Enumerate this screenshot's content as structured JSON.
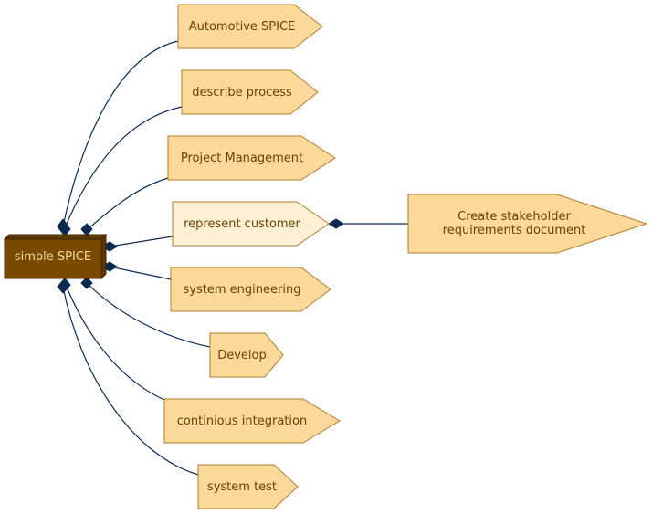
{
  "root": {
    "label": "simple SPICE"
  },
  "nodes": [
    {
      "id": "automotive-spice",
      "label": "Automotive SPICE"
    },
    {
      "id": "describe-process",
      "label": "describe process"
    },
    {
      "id": "project-management",
      "label": "Project Management"
    },
    {
      "id": "represent-customer",
      "label": "represent customer",
      "highlighted": true
    },
    {
      "id": "system-engineering",
      "label": "system engineering"
    },
    {
      "id": "develop",
      "label": "Develop"
    },
    {
      "id": "continious-integration",
      "label": "continious integration"
    },
    {
      "id": "system-test",
      "label": "system test"
    }
  ],
  "child": {
    "parent": "represent-customer",
    "label_line1": "Create stakeholder",
    "label_line2": "requirements document"
  },
  "colors": {
    "root_fill": "#7a4a00",
    "root_text": "#f6dca0",
    "node_fill": "#fbd99a",
    "node_fill_highlight": "#fdf0d5",
    "node_stroke": "#b07d2a",
    "node_text": "#6b4100",
    "edge": "#0b2a52"
  }
}
